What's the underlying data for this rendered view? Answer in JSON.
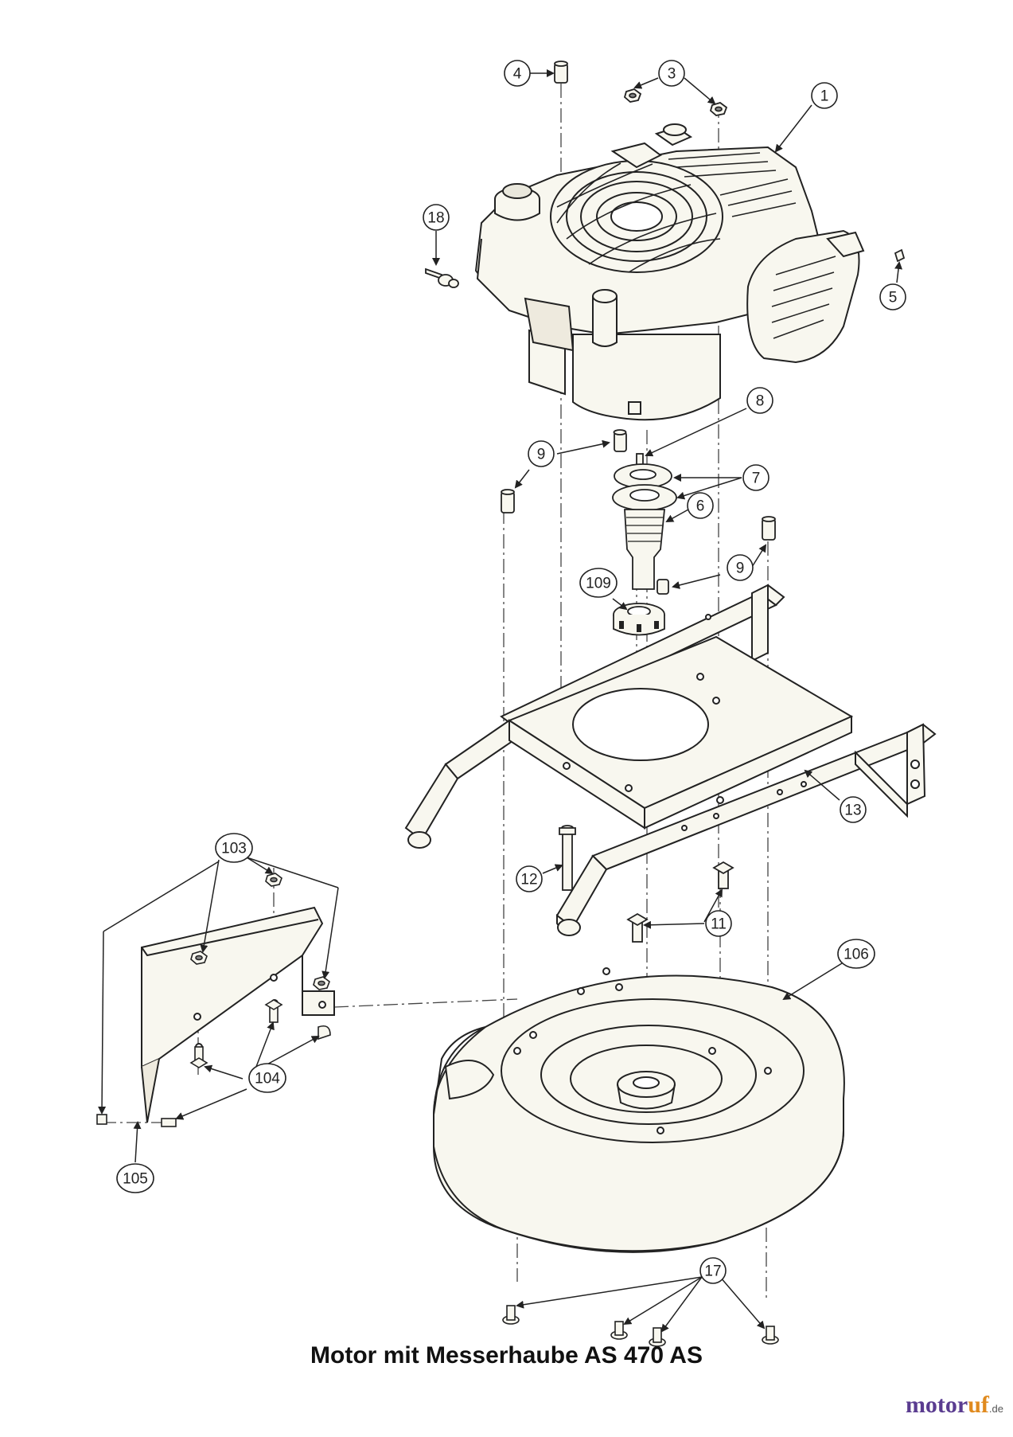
{
  "diagram": {
    "caption": "Motor mit Messerhaube AS 470 AS",
    "brand": {
      "name_main": "motor",
      "name_accent": "uf",
      "suffix": ".de"
    },
    "callouts": [
      "1",
      "3",
      "4",
      "5",
      "6",
      "7",
      "8",
      "9",
      "9",
      "9",
      "11",
      "12",
      "13",
      "17",
      "18",
      "103",
      "104",
      "105",
      "106",
      "109"
    ],
    "colors": {
      "line": "#222222",
      "part_fill": "#f8f7ef",
      "brand_main": "#5a3c90",
      "brand_accent": "#e08a1e"
    }
  }
}
